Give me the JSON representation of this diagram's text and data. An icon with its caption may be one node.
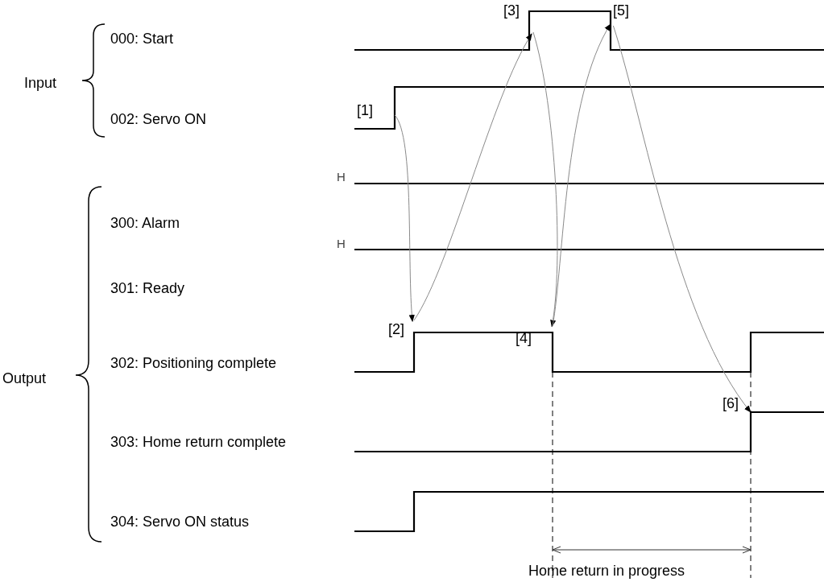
{
  "diagram": {
    "nodes": [
      {
        "text": [
          "[1]"
        ]
      },
      {
        "text": [
          "[2]"
        ]
      },
      {
        "text": [
          "[3]"
        ]
      },
      {
        "text": [
          "[4]"
        ]
      },
      {
        "text": [
          "[5]"
        ]
      },
      {
        "text": [
          "[6]"
        ]
      }
    ],
    "edges": [
      {
        "from": 0,
        "to": 1,
        "arrow": "to"
      },
      {
        "from": 1,
        "to": 2,
        "arrow": "to"
      },
      {
        "from": 2,
        "to": 3,
        "arrow": "to"
      },
      {
        "from": 3,
        "to": 4,
        "arrow": "to"
      },
      {
        "from": 4,
        "to": 5,
        "arrow": "to"
      }
    ],
    "labels": [
      "Input",
      "000: Start",
      "002: Servo ON",
      "H",
      "300: Alarm",
      "H",
      "301: Ready",
      "Output",
      "302: Positioning complete",
      "303: Home return complete",
      "304: Servo ON status",
      "Home return in progress"
    ]
  }
}
